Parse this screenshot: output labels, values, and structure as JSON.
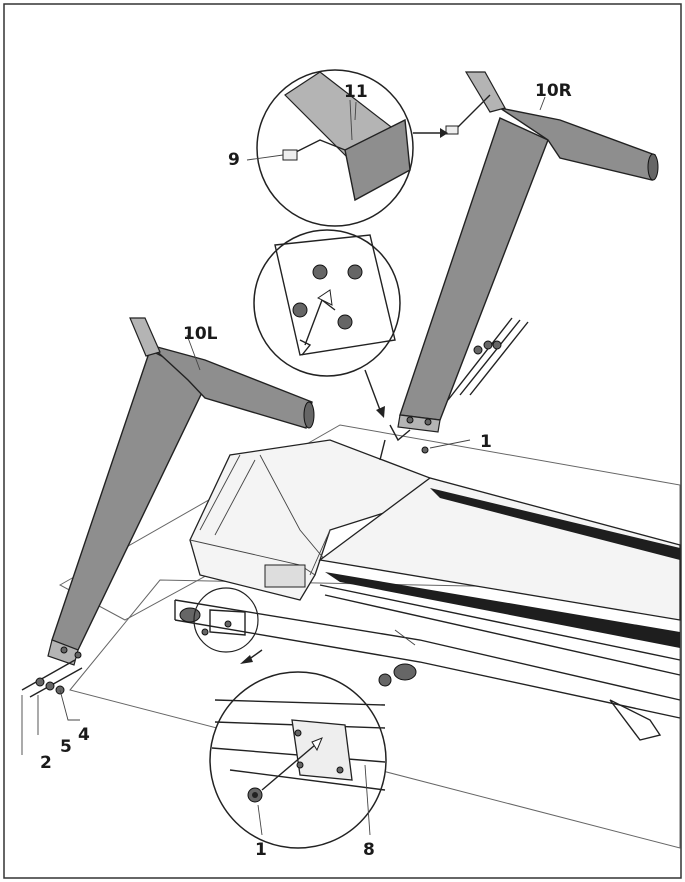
{
  "diagram": {
    "callouts": {
      "c_10r": "10R",
      "c_10l": "10L",
      "c_11": "11",
      "c_9": "9",
      "c_1_top": "1",
      "c_1_bottom": "1",
      "c_8": "8",
      "c_2": "2",
      "c_5": "5",
      "c_4": "4"
    },
    "colors": {
      "line": "#222222",
      "upright_fill": "#8e8e8e",
      "belt": "#1e1e1e",
      "background": "#ffffff"
    }
  }
}
